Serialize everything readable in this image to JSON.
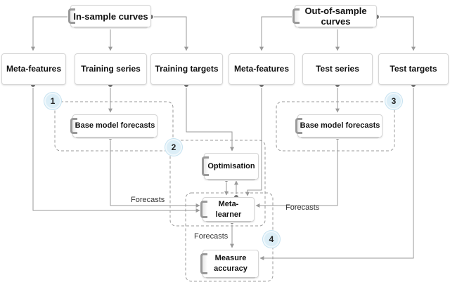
{
  "nodes": {
    "in_sample_curves": "In-sample curves",
    "out_of_sample_curves": "Out-of-sample curves",
    "meta_features_left": "Meta-features",
    "training_series": "Training series",
    "training_targets": "Training targets",
    "meta_features_right": "Meta-features",
    "test_series": "Test series",
    "test_targets": "Test targets",
    "base_model_forecasts_left": "Base model forecasts",
    "base_model_forecasts_right": "Base model forecasts",
    "optimisation": "Optimisation",
    "meta_learner": "Meta-learner",
    "measure_accuracy": "Measure accuracy"
  },
  "edge_labels": {
    "forecasts_left": "Forecasts",
    "forecasts_right": "Forecasts",
    "forecasts_bottom": "Forecasts"
  },
  "badges": [
    "1",
    "2",
    "3",
    "4"
  ],
  "colors": {
    "line": "#9a9a9a",
    "dashed_border": "#9a9a9a",
    "badge_fill": "#dceef7",
    "connector_dot": "#777777"
  }
}
